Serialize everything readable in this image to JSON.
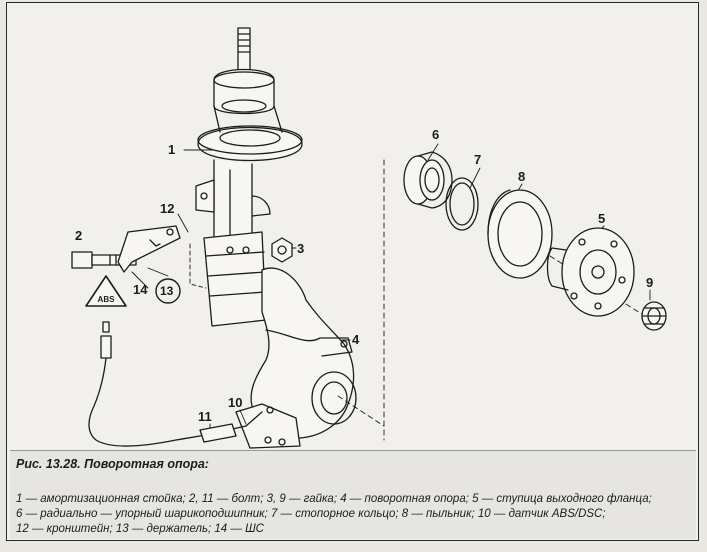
{
  "figure": {
    "caption": "Рис. 13.28. Поворотная опора:",
    "legend_lines": [
      "1 — амортизационная стойка; 2, 11 — болт; 3, 9 — гайка; 4 — поворотная опора; 5 — ступица выходного фланца;",
      "6 — радиально — упорный шарикоподшипник; 7 — стопорное кольцо; 8 — пыльник; 10 — датчик ABS/DSC;",
      "12 — кронштейн; 13 — держатель; 14 — ШС"
    ]
  },
  "callouts": [
    "1",
    "2",
    "3",
    "4",
    "5",
    "6",
    "7",
    "8",
    "9",
    "10",
    "11",
    "12",
    "13",
    "14"
  ],
  "badge_text": "ABS",
  "colors": {
    "ink": "#1c1c1c",
    "paper": "#f1f0ec",
    "caption_bg": "#e6e5e1"
  }
}
